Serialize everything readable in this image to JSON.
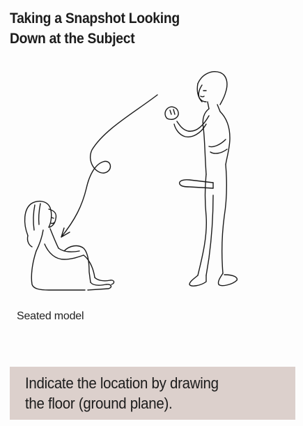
{
  "title": {
    "line1": "Taking a Snapshot Looking",
    "line2": "Down at the Subject"
  },
  "caption": "Seated model",
  "note": {
    "line1": "Indicate the location by drawing",
    "line2": "the floor (ground plane)."
  },
  "colors": {
    "line": "#1a1a1a",
    "note_background": "#dcd0cc",
    "page_background": "#fdfdfd"
  }
}
